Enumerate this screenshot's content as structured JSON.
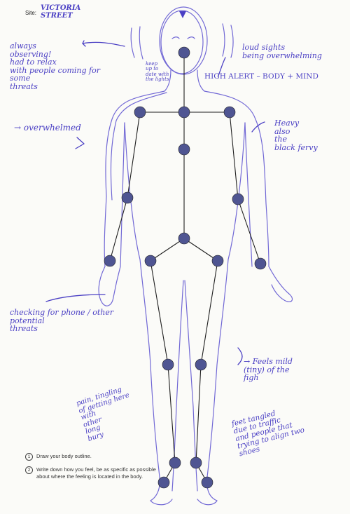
{
  "site": {
    "label": "Site:",
    "value": "VICTORIA\nSTREET"
  },
  "annotations": {
    "always_observing": "always\nobserving!\nhad to relax\nwith people coming for some\nthreats",
    "overwhelmed": "→ overwhelmed",
    "loud_sights": "loud sights\nbeing overwhelming",
    "high_alert": "HIGH ALERT – BODY + MIND",
    "keep_pitch": "keep\nup to\ndate with\nthe lights",
    "heavy_shoulders": "Heavy\nalso\nthe\nblack fervy",
    "checking_phone": "checking for phone / other\npotential\nthreats",
    "feels_mild": "→ Feels mild\n(tiny) of the\nfigh",
    "pain_tingling": "pain, tingling\nof getting here\nwith\nother\nlong\nbury",
    "feet_tangled": "feet tangled\ndue to traffic\nand people that\ntrying to align two\nshoes"
  },
  "instructions": [
    {
      "num": "1",
      "text": "Draw your body outline."
    },
    {
      "num": "2",
      "text": "Write down how you feel, be as specific as possible about where the feeling is located in the body."
    }
  ],
  "colors": {
    "ink": "#4a3fc4",
    "node_fill": "#4f5592",
    "skeleton_line": "#1e1e1e",
    "paper": "#fbfbf8"
  },
  "icons": {
    "joint": "circle-marker",
    "head_mark": "triangle-marker"
  }
}
